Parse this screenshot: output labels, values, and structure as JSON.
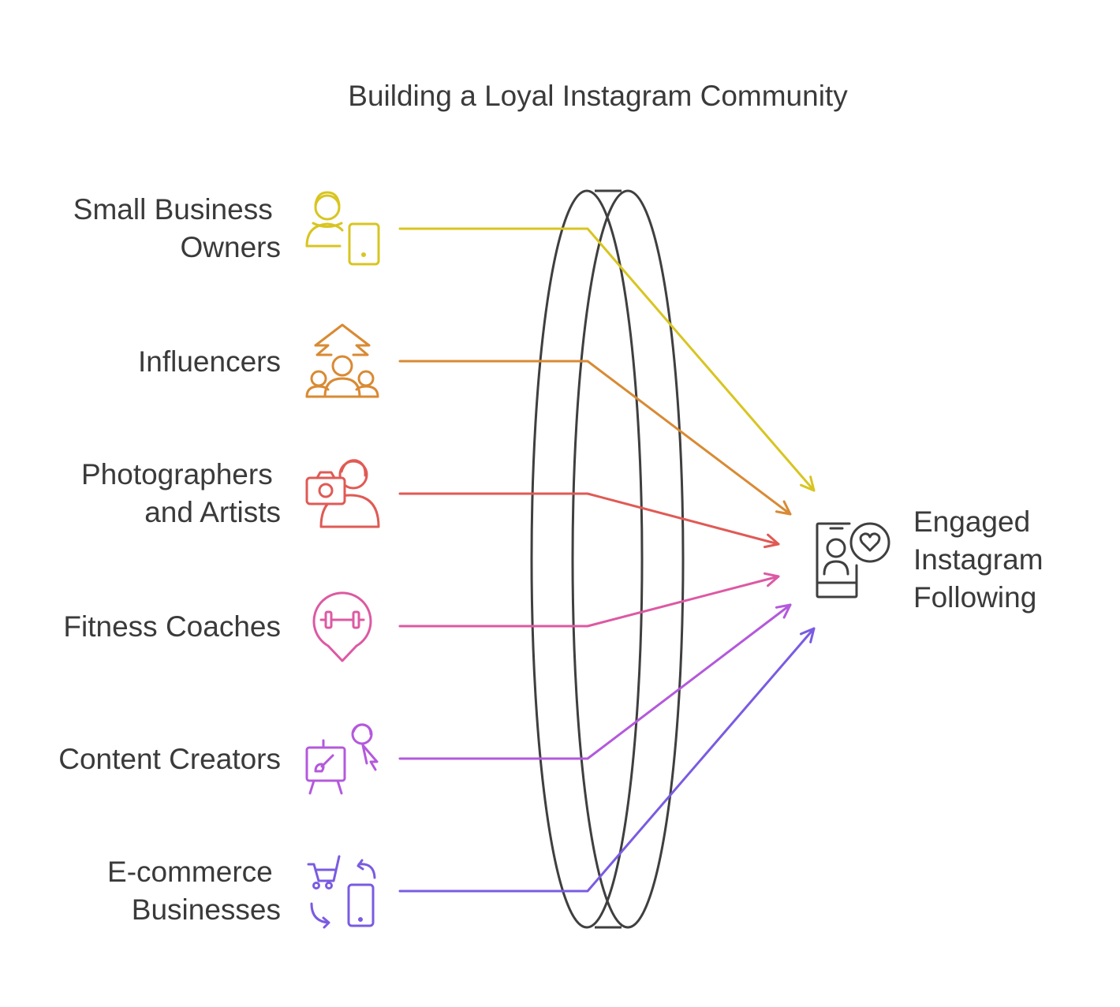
{
  "title": "Building a Loyal Instagram Community",
  "sources": [
    {
      "lines": [
        "Small Business",
        "Owners"
      ],
      "icon": "business-owner-tablet-icon",
      "color": "#d8c520"
    },
    {
      "lines": [
        "Influencers"
      ],
      "icon": "influencer-crowd-icon",
      "color": "#d98a33"
    },
    {
      "lines": [
        "Photographers",
        "and Artists"
      ],
      "icon": "photographer-camera-icon",
      "color": "#e05a55"
    },
    {
      "lines": [
        "Fitness Coaches"
      ],
      "icon": "fitness-dumbbell-pin-icon",
      "color": "#dd59a3"
    },
    {
      "lines": [
        "Content Creators"
      ],
      "icon": "creator-easel-icon",
      "color": "#b459dc"
    },
    {
      "lines": [
        "E-commerce",
        "Businesses"
      ],
      "icon": "ecommerce-cart-phone-icon",
      "color": "#7a5be2"
    }
  ],
  "lens": {
    "name": "funnel-lens",
    "color": "#3f3f3f"
  },
  "target": {
    "lines": [
      "Engaged",
      "Instagram",
      "Following"
    ],
    "icon": "phone-profile-heart-icon",
    "color": "#3f3f3f"
  }
}
